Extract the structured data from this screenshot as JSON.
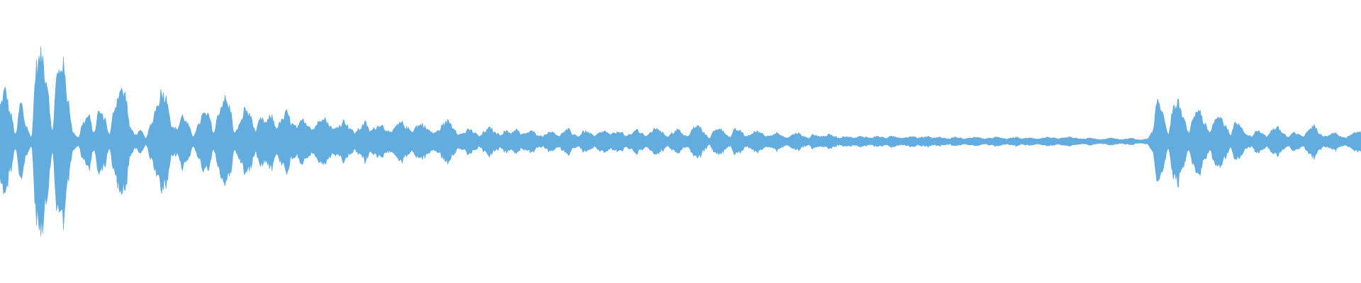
{
  "waveform": {
    "color": "#62acdf",
    "background": "#ffffff",
    "peak_envelope": [
      0.42,
      0.6,
      0.32,
      0.08,
      0.45,
      0.18,
      0.05,
      0.88,
      1.0,
      0.7,
      0.12,
      0.78,
      0.92,
      0.5,
      0.1,
      0.05,
      0.22,
      0.3,
      0.1,
      0.35,
      0.28,
      0.08,
      0.4,
      0.6,
      0.55,
      0.15,
      0.08,
      0.12,
      0.04,
      0.2,
      0.4,
      0.58,
      0.5,
      0.16,
      0.15,
      0.3,
      0.2,
      0.06,
      0.18,
      0.32,
      0.3,
      0.1,
      0.35,
      0.5,
      0.4,
      0.1,
      0.2,
      0.38,
      0.3,
      0.12,
      0.26,
      0.22,
      0.3,
      0.16,
      0.24,
      0.34,
      0.2,
      0.16,
      0.25,
      0.2,
      0.14,
      0.22,
      0.3,
      0.2,
      0.14,
      0.18,
      0.24,
      0.16,
      0.1,
      0.15,
      0.22,
      0.12,
      0.16,
      0.2,
      0.14,
      0.1,
      0.18,
      0.22,
      0.16,
      0.12,
      0.18,
      0.2,
      0.14,
      0.1,
      0.12,
      0.2,
      0.24,
      0.16,
      0.08,
      0.1,
      0.14,
      0.1,
      0.06,
      0.12,
      0.16,
      0.1,
      0.08,
      0.12,
      0.1,
      0.14,
      0.08,
      0.1,
      0.12,
      0.08,
      0.06,
      0.1,
      0.12,
      0.06,
      0.1,
      0.14,
      0.08,
      0.06,
      0.12,
      0.1,
      0.06,
      0.1,
      0.12,
      0.08,
      0.1,
      0.12,
      0.06,
      0.08,
      0.14,
      0.1,
      0.06,
      0.12,
      0.16,
      0.1,
      0.06,
      0.1,
      0.14,
      0.08,
      0.06,
      0.16,
      0.18,
      0.1,
      0.04,
      0.12,
      0.16,
      0.1,
      0.05,
      0.14,
      0.12,
      0.06,
      0.08,
      0.12,
      0.1,
      0.06,
      0.08,
      0.1,
      0.06,
      0.04,
      0.08,
      0.1,
      0.06,
      0.04,
      0.08,
      0.06,
      0.06,
      0.08,
      0.06,
      0.04,
      0.06,
      0.05,
      0.04,
      0.06,
      0.05,
      0.04,
      0.06,
      0.05,
      0.04,
      0.06,
      0.05,
      0.04,
      0.05,
      0.06,
      0.04,
      0.05,
      0.06,
      0.04,
      0.05,
      0.04,
      0.03,
      0.05,
      0.04,
      0.03,
      0.04,
      0.05,
      0.04,
      0.03,
      0.04,
      0.05,
      0.04,
      0.03,
      0.04,
      0.05,
      0.03,
      0.04,
      0.04,
      0.03,
      0.04,
      0.05,
      0.04,
      0.03,
      0.04,
      0.05,
      0.04,
      0.03,
      0.03,
      0.04,
      0.03,
      0.02,
      0.03,
      0.04,
      0.03,
      0.02,
      0.03,
      0.04,
      0.02,
      0.02,
      0.03,
      0.1,
      0.5,
      0.35,
      0.08,
      0.38,
      0.45,
      0.25,
      0.1,
      0.3,
      0.38,
      0.2,
      0.1,
      0.25,
      0.3,
      0.18,
      0.08,
      0.22,
      0.18,
      0.08,
      0.06,
      0.12,
      0.1,
      0.06,
      0.14,
      0.16,
      0.1,
      0.05,
      0.1,
      0.08,
      0.06,
      0.14,
      0.18,
      0.1,
      0.06,
      0.08,
      0.1,
      0.06,
      0.04,
      0.08,
      0.1,
      0.12
    ]
  }
}
